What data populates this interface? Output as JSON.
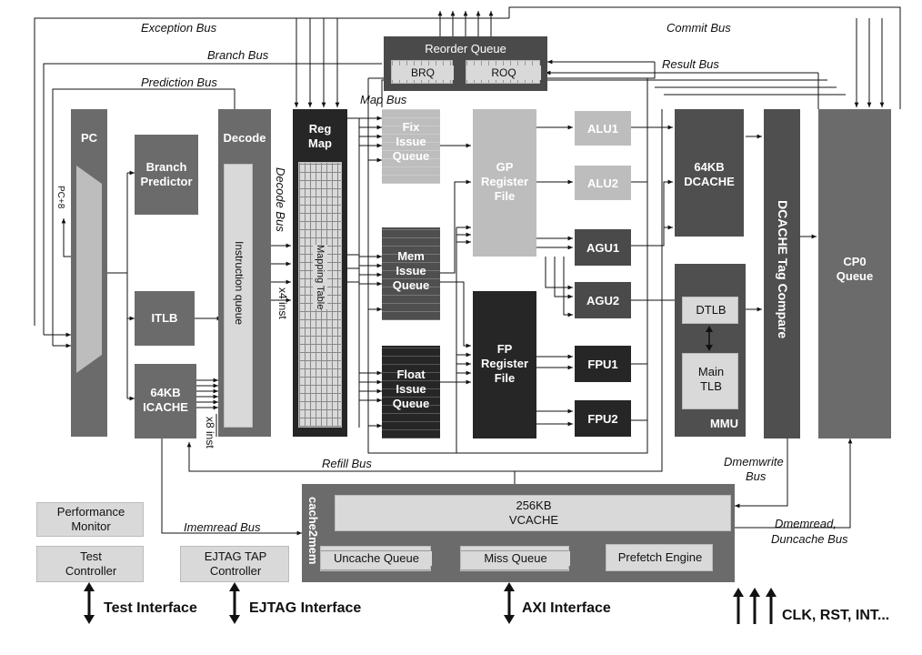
{
  "buses": {
    "exception": "Exception Bus",
    "branch": "Branch Bus",
    "prediction": "Prediction Bus",
    "commit": "Commit Bus",
    "result": "Result Bus",
    "map": "Map Bus",
    "decode": "Decode Bus",
    "refill": "Refill Bus",
    "imemread": "Imemread Bus",
    "dmemwrite_1": "Dmemwrite",
    "dmemwrite_2": "Bus",
    "dmemread_1": "Dmemread,",
    "dmemread_2": "Duncache Bus"
  },
  "blocks": {
    "pc": "PC",
    "pc_plus8": "PC+8",
    "branch_predictor_1": "Branch",
    "branch_predictor_2": "Predictor",
    "itlb": "ITLB",
    "icache_1": "64KB",
    "icache_2": "ICACHE",
    "decode": "Decode",
    "instruction_queue": "Instruction queue",
    "x4_inst": "x4 inst",
    "x8_inst": "x8 inst",
    "regmap_1": "Reg",
    "regmap_2": "Map",
    "mapping_table": "Mapping Table",
    "reorder_queue": "Reorder Queue",
    "brq": "BRQ",
    "roq": "ROQ",
    "fix_queue_1": "Fix",
    "fix_queue_2": "Issue",
    "fix_queue_3": "Queue",
    "mem_queue_1": "Mem",
    "mem_queue_2": "Issue",
    "mem_queue_3": "Queue",
    "float_queue_1": "Float",
    "float_queue_2": "Issue",
    "float_queue_3": "Queue",
    "gp_regfile_1": "GP",
    "gp_regfile_2": "Register",
    "gp_regfile_3": "File",
    "fp_regfile_1": "FP",
    "fp_regfile_2": "Register",
    "fp_regfile_3": "File",
    "alu1": "ALU1",
    "alu2": "ALU2",
    "agu1": "AGU1",
    "agu2": "AGU2",
    "fpu1": "FPU1",
    "fpu2": "FPU2",
    "dcache_1": "64KB",
    "dcache_2": "DCACHE",
    "dtlb": "DTLB",
    "main_tlb_1": "Main",
    "main_tlb_2": "TLB",
    "mmu": "MMU",
    "dcache_tag_compare": "DCACHE Tag Compare",
    "cp0_1": "CP0",
    "cp0_2": "Queue",
    "cache2mem": "cache2mem",
    "vcache_1": "256KB",
    "vcache_2": "VCACHE",
    "uncache_queue": "Uncache Queue",
    "miss_queue": "Miss Queue",
    "prefetch_engine": "Prefetch Engine",
    "perf_monitor_1": "Performance",
    "perf_monitor_2": "Monitor",
    "test_controller_1": "Test",
    "test_controller_2": "Controller",
    "ejtag_1": "EJTAG TAP",
    "ejtag_2": "Controller"
  },
  "interfaces": {
    "test": "Test Interface",
    "ejtag": "EJTAG Interface",
    "axi": "AXI Interface",
    "clk": "CLK, RST, INT..."
  },
  "colors": {
    "dark_block": "#595959",
    "black_block": "#262626",
    "light_block": "#bdbdbd",
    "pale_block": "#d9d9d9",
    "line": "#111111"
  }
}
